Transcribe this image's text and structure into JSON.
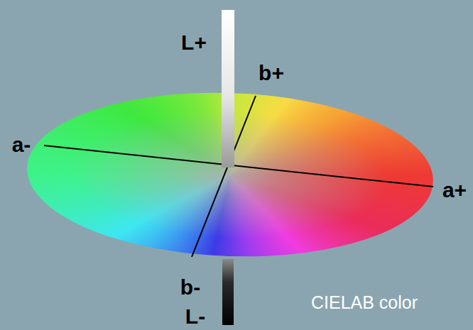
{
  "diagram": {
    "caption": "CIELAB color",
    "labels": [
      "L+",
      "b+",
      "a-",
      "a+",
      "b-",
      "L-"
    ]
  }
}
